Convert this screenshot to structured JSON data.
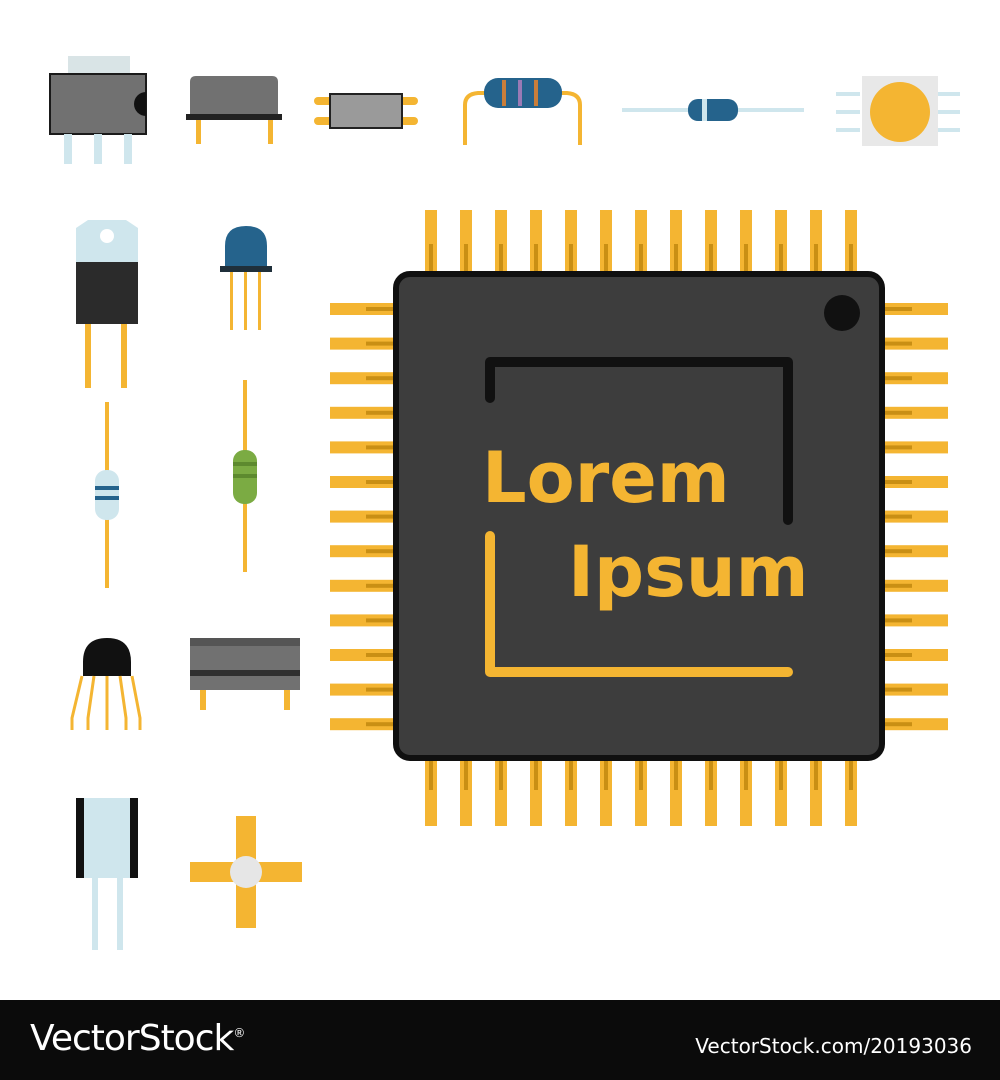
{
  "chip": {
    "line1": "Lorem",
    "line2": "Ipsum"
  },
  "footer": {
    "brand": "VectorStock",
    "brand_mark": "®",
    "id_text": "VectorStock.com/20193036"
  },
  "colors": {
    "gold": "#f4b532",
    "chip_body": "#3d3d3d",
    "outline": "#101010",
    "grey_body": "#717171",
    "blue": "#25638c",
    "green": "#7bab43",
    "light_blue": "#cfe6ed",
    "background": "#ffffff"
  },
  "icons": [
    "voltage-regulator-icon",
    "crystal-oscillator-icon",
    "smd-component-icon",
    "resistor-icon",
    "diode-icon",
    "smd-led-icon",
    "power-transistor-icon",
    "led-icon",
    "small-resistor-icon",
    "green-resistor-icon",
    "transistor-to92-icon",
    "capacitor-block-icon",
    "inductor-icon",
    "cross-pad-icon",
    "microchip-icon"
  ]
}
